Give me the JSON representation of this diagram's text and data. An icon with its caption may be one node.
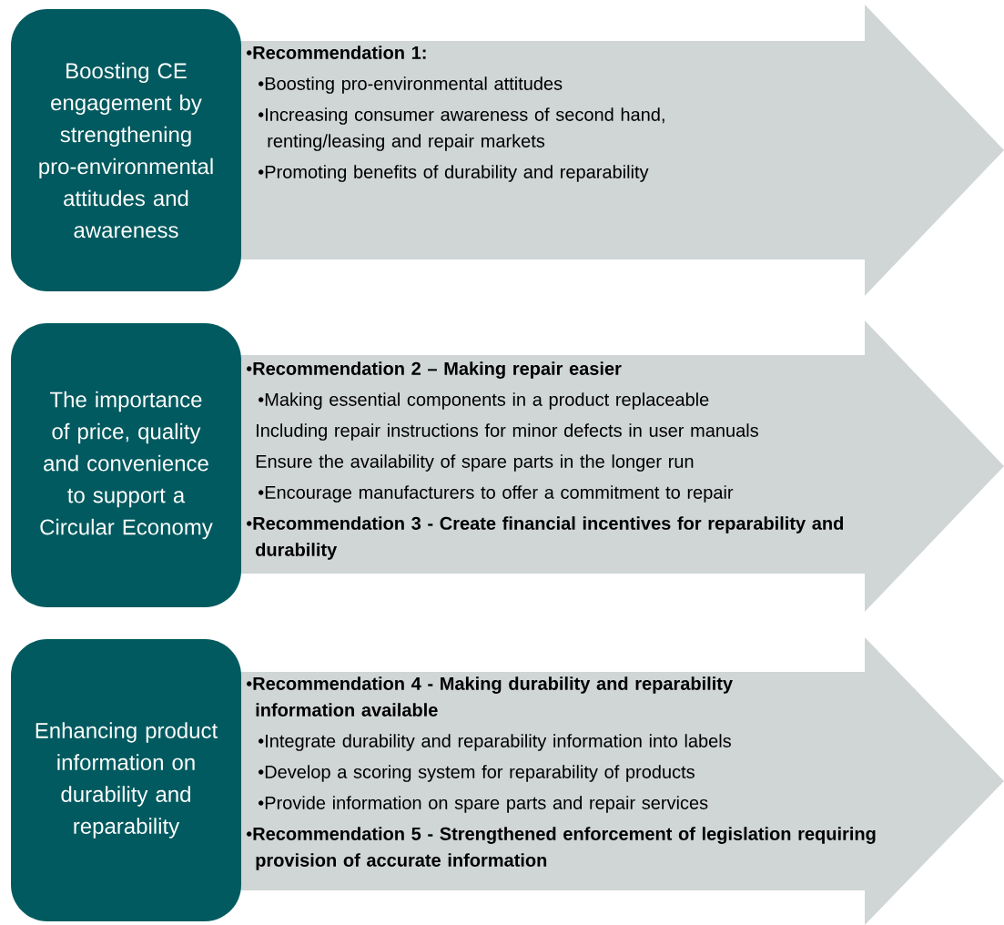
{
  "diagram": {
    "nodes": [
      {
        "text": [
          "Boosting CE engagement by strengthening pro-environmental attitudes and awareness"
        ]
      },
      {
        "text": [
          "•**Recommendation 1:**",
          "•Boosting pro-environmental attitudes",
          "•Increasing consumer awareness of second hand, renting/leasing and repair markets",
          "•Promoting benefits of durability and reparability"
        ]
      },
      {
        "text": [
          "The importance of price, quality and convenience to support a Circular Economy"
        ]
      },
      {
        "text": [
          "•**Recommendation 2 – Making repair easier**",
          "•Making essential components in a product replaceable",
          "Including repair instructions for minor defects in user manuals",
          "Ensure the availability of spare parts in the longer run",
          "•Encourage manufacturers to offer a commitment to repair",
          "•**Recommendation 3 - Create financial incentives for reparability and durability**"
        ]
      },
      {
        "text": [
          "Enhancing product information on durability and reparability"
        ]
      },
      {
        "text": [
          "•**Recommendation 4 - Making durability and reparability information available**",
          "•Integrate durability and reparability information into labels",
          "•Develop a scoring system for reparability of products",
          "•Provide information on spare parts and repair services",
          "•**Recommendation 5 - Strengthened enforcement of legislation requiring provision of accurate information**"
        ]
      }
    ]
  }
}
